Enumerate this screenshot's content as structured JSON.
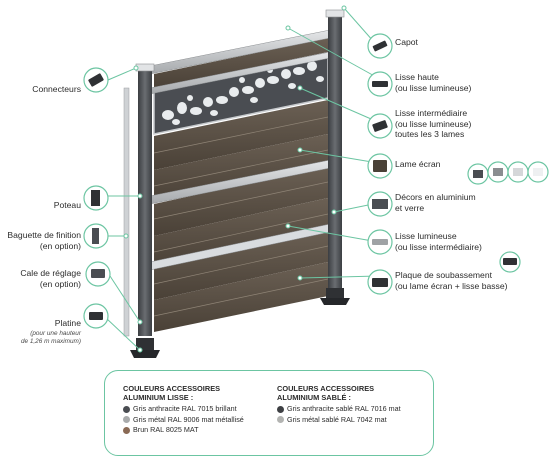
{
  "labels": {
    "capot": "Capot",
    "lisse_haute_1": "Lisse haute",
    "lisse_haute_2": "(ou lisse lumineuse)",
    "lisse_inter_1": "Lisse intermédiaire",
    "lisse_inter_2": "(ou lisse lumineuse)",
    "lisse_inter_3": "toutes les 3 lames",
    "lame_ecran": "Lame écran",
    "decors_1": "Décors en aluminium",
    "decors_2": "et verre",
    "lisse_lum_1": "Lisse lumineuse",
    "lisse_lum_2": "(ou lisse intermédiaire)",
    "plaque_1": "Plaque de soubassement",
    "plaque_2": "(ou lame écran + lisse basse)",
    "connecteurs": "Connecteurs",
    "poteau": "Poteau",
    "baguette_1": "Baguette de finition",
    "baguette_2": "(en option)",
    "cale_1": "Cale de réglage",
    "cale_2": "(en option)",
    "platine": "Platine",
    "platine_note_1": "(pour une hauteur",
    "platine_note_2": "de 1,26 m  maximum)"
  },
  "legend": {
    "left_title_1": "COULEURS ACCESSOIRES",
    "left_title_2": "ALUMINIUM LISSE :",
    "left_items": [
      {
        "text": "Gris anthracite RAL 7015 brillant",
        "color": "#4a4d52"
      },
      {
        "text": "Gris métal RAL 9006 mat métallisé",
        "color": "#a9abac"
      },
      {
        "text": "Brun RAL 8025 MAT",
        "color": "#8a6a55"
      }
    ],
    "right_title_1": "COULEURS ACCESSOIRES",
    "right_title_2": "ALUMINIUM SABLÉ :",
    "right_items": [
      {
        "text": "Gris anthracite sablé RAL 7016 mat",
        "color": "#3e4044"
      },
      {
        "text": "Gris métal sablé RAL 7042 mat",
        "color": "#b3b4b2"
      }
    ]
  },
  "colors": {
    "accent_green": "#6cc5a2",
    "post": "#55585c",
    "board": "#5a4f43",
    "aluminium": "#c7cacd"
  }
}
